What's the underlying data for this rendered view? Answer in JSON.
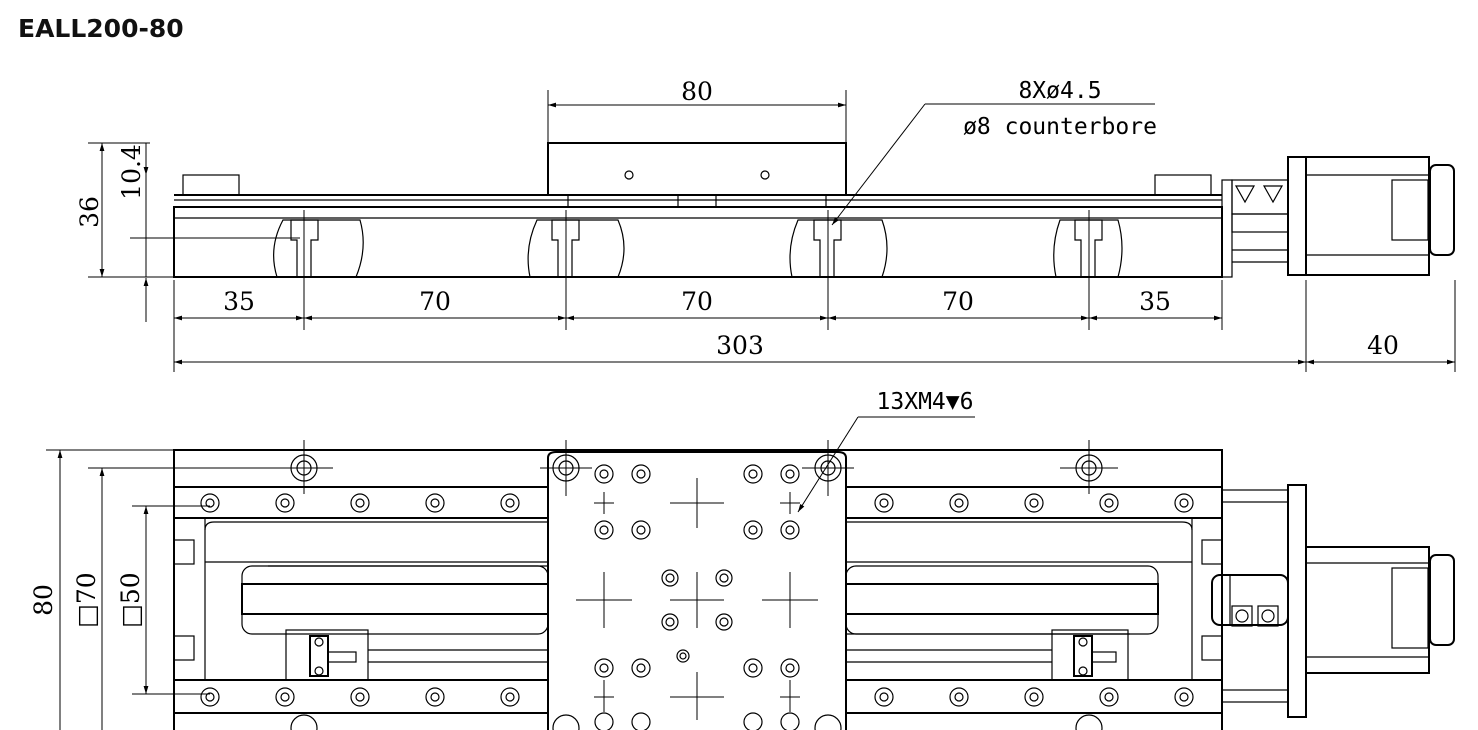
{
  "title": "EALL200-80",
  "dimensions": {
    "carriage_width": "80",
    "height_total": "36",
    "height_plate": "10.4",
    "pitch_left": "35",
    "pitch_1": "70",
    "pitch_2": "70",
    "pitch_3": "70",
    "pitch_right": "35",
    "overall_length": "303",
    "motor_length": "40",
    "width_total": "80",
    "width_square_70": "□70",
    "width_square_50": "□50"
  },
  "notes": {
    "holes_line1": "8Xø4.5",
    "holes_line2": "ø8 counterbore",
    "thread_spec": "13XM4▼6"
  }
}
